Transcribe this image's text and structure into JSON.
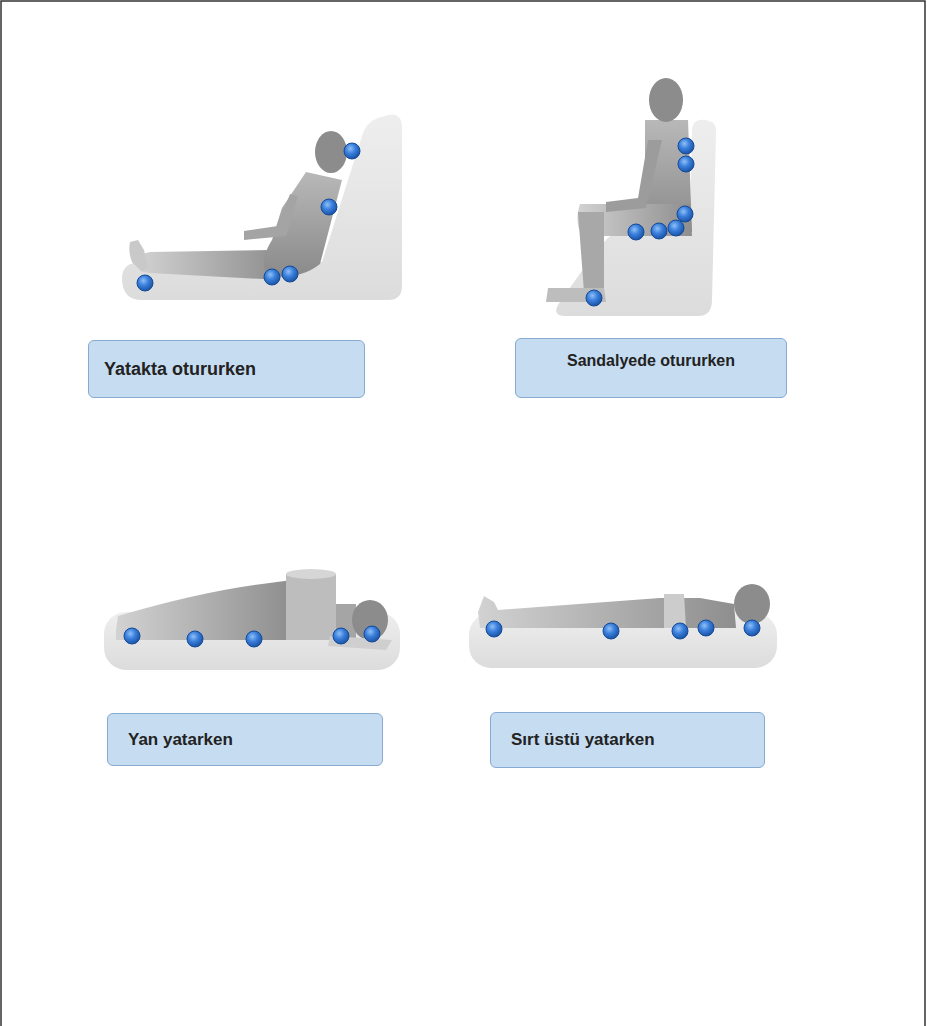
{
  "diagram": {
    "nodes": [
      {
        "text": [
          "Yatakta otururken"
        ]
      },
      {
        "text": [
          "Sandalyede otururken"
        ]
      },
      {
        "text": [
          "Yan yatarken"
        ]
      },
      {
        "text": [
          "Sırt üstü yatarken"
        ]
      }
    ]
  }
}
